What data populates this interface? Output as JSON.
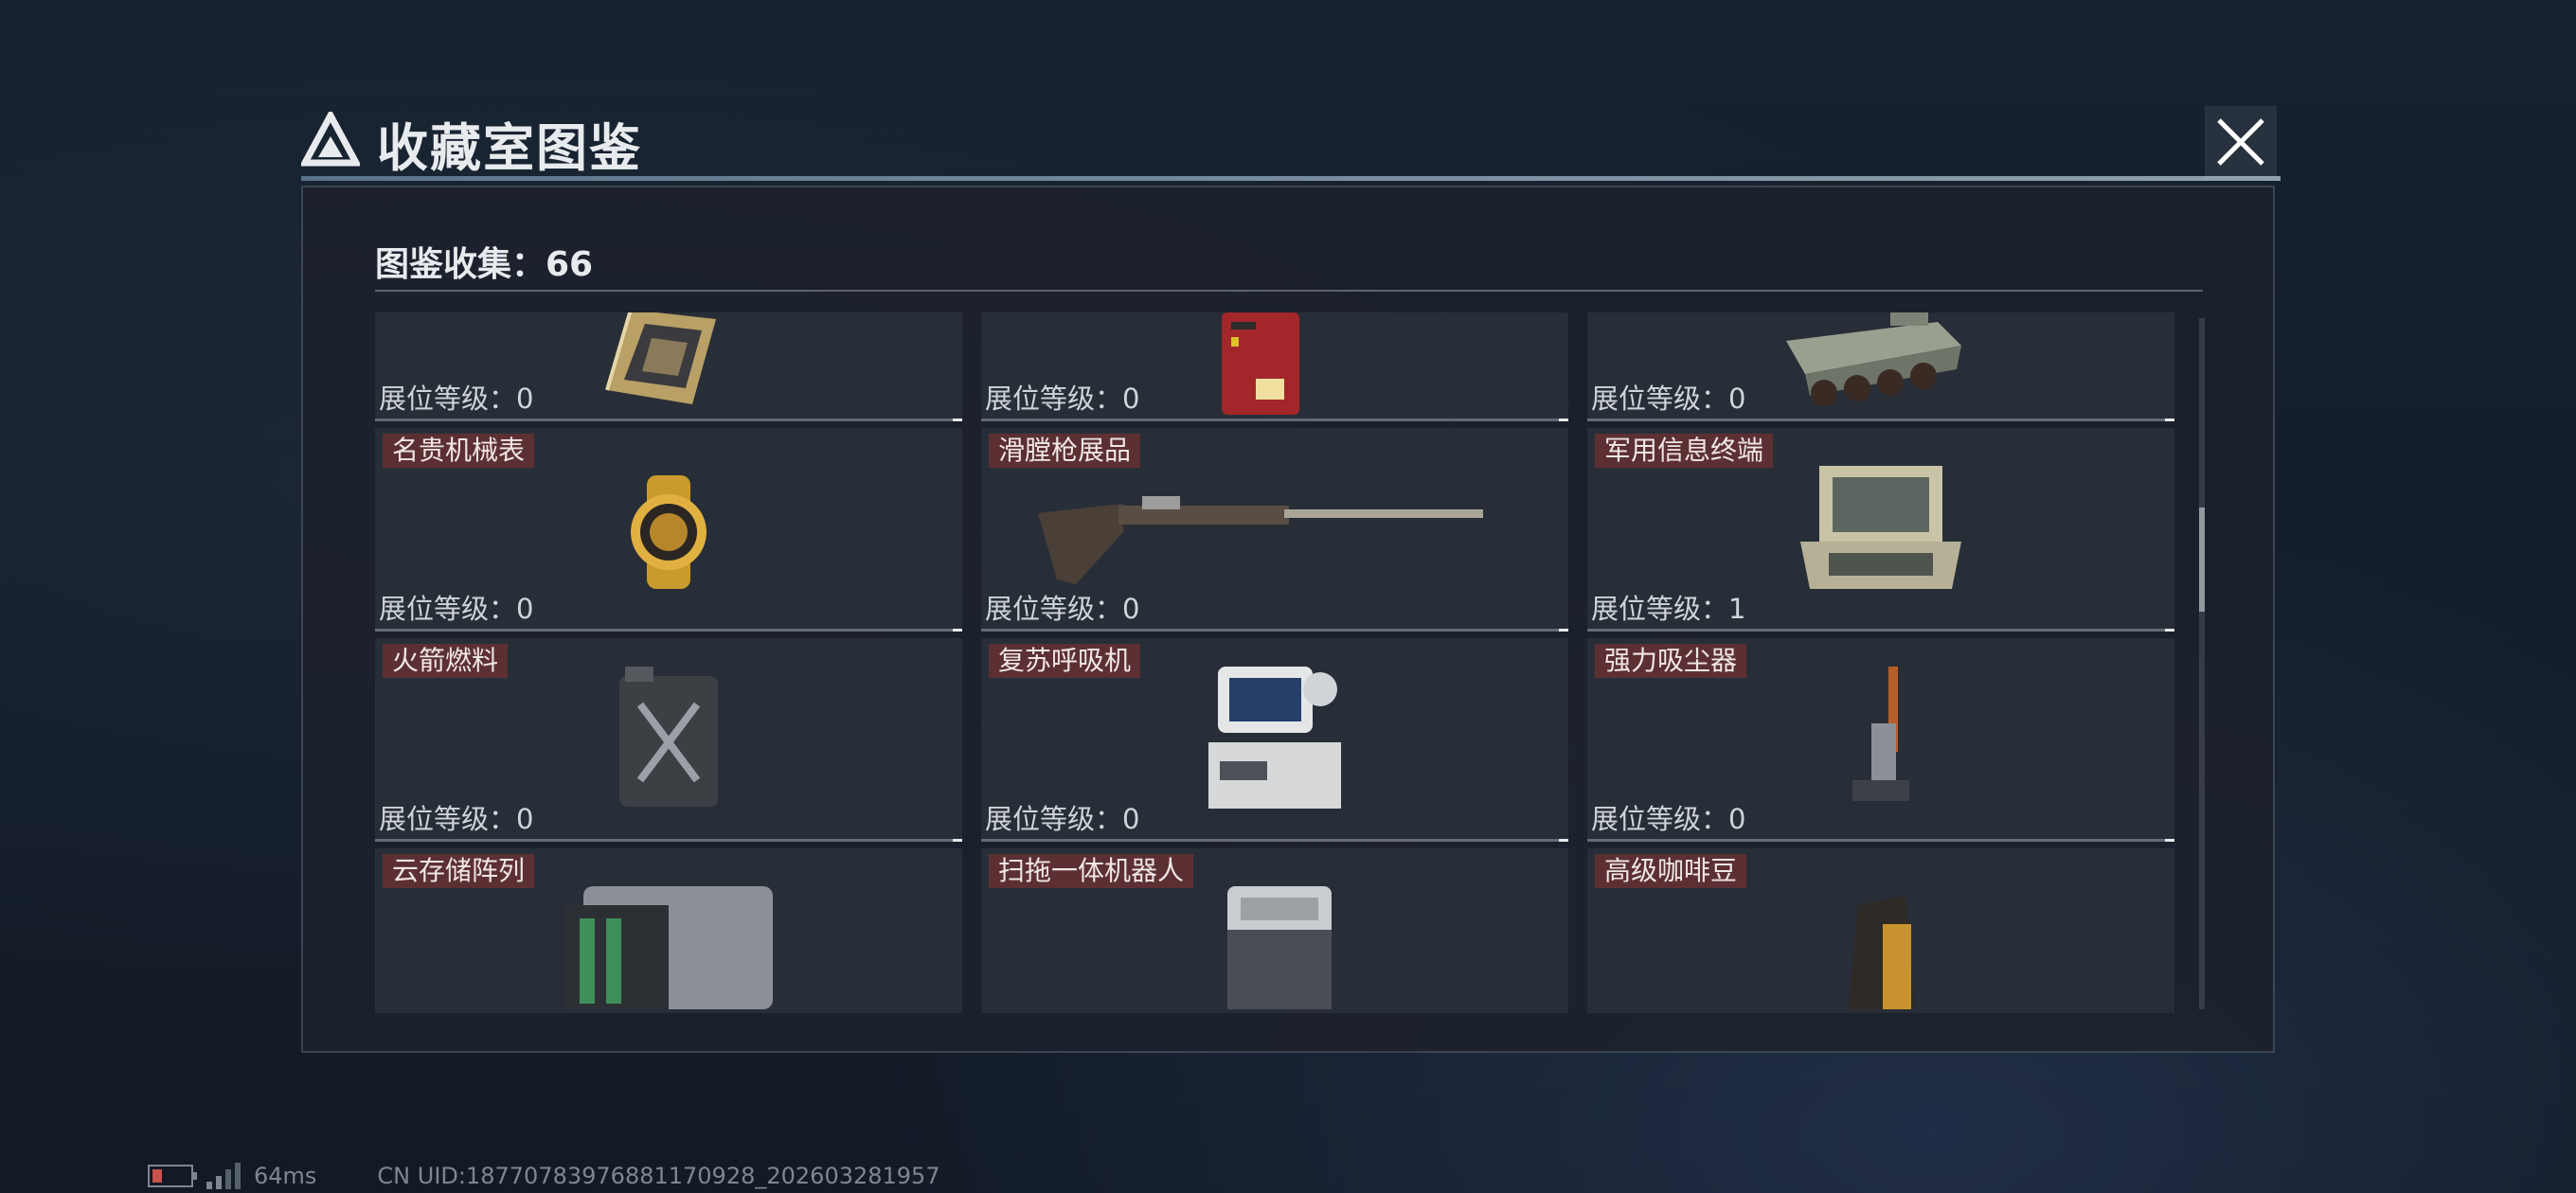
{
  "window": {
    "title": "收藏室图鉴",
    "close_icon": "close-icon"
  },
  "collection": {
    "count_label": "图鉴收集：66"
  },
  "items": [
    {
      "name": "",
      "level": "展位等级：0",
      "icon": "gold-circuit-chip"
    },
    {
      "name": "",
      "level": "展位等级：0",
      "icon": "red-card-device"
    },
    {
      "name": "",
      "level": "展位等级：0",
      "icon": "armored-vehicle"
    },
    {
      "name": "名贵机械表",
      "level": "展位等级：0",
      "icon": "gold-watch"
    },
    {
      "name": "滑膛枪展品",
      "level": "展位等级：0",
      "icon": "musket"
    },
    {
      "name": "军用信息终端",
      "level": "展位等级：1",
      "icon": "military-terminal"
    },
    {
      "name": "火箭燃料",
      "level": "展位等级：0",
      "icon": "fuel-canister"
    },
    {
      "name": "复苏呼吸机",
      "level": "展位等级：0",
      "icon": "ventilator"
    },
    {
      "name": "强力吸尘器",
      "level": "展位等级：0",
      "icon": "vacuum-cleaner"
    },
    {
      "name": "云存储阵列",
      "level": "",
      "icon": "storage-array"
    },
    {
      "name": "扫拖一体机器人",
      "level": "",
      "icon": "mop-robot"
    },
    {
      "name": "高级咖啡豆",
      "level": "",
      "icon": "coffee-bag"
    }
  ],
  "status_bar": {
    "ping": "64ms",
    "uid": "CN UID:18770783976881170928_202603281957"
  }
}
